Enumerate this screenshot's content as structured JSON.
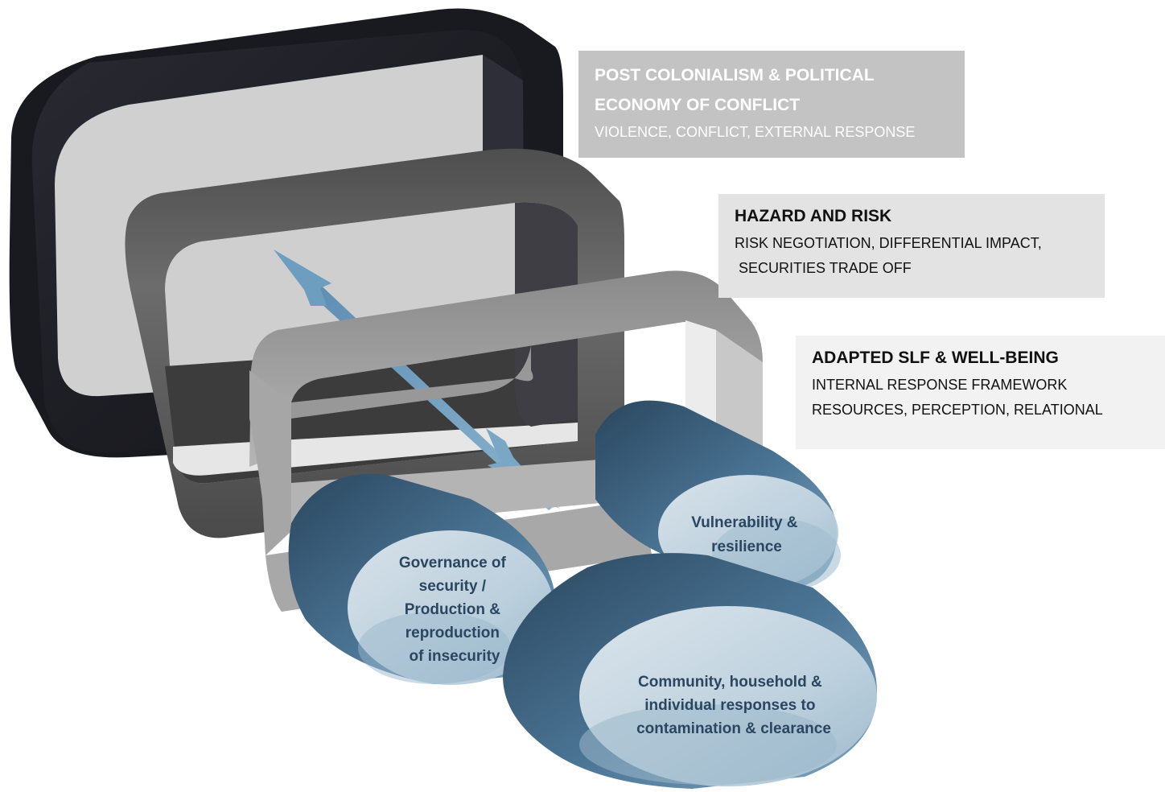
{
  "frames": {
    "post_colonialism": {
      "title_lines": [
        "POST COLONIALISM & POLITICAL",
        "ECONOMY OF CONFLICT"
      ],
      "detail_lines": [
        "VIOLENCE, CONFLICT, EXTERNAL RESPONSE"
      ]
    },
    "hazard_risk": {
      "title_lines": [
        "HAZARD AND RISK"
      ],
      "detail_lines": [
        "RISK NEGOTIATION, DIFFERENTIAL IMPACT,",
        " SECURITIES TRADE OFF"
      ]
    },
    "adapted_slf": {
      "title_lines": [
        "ADAPTED SLF & WELL-BEING"
      ],
      "detail_lines": [
        "INTERNAL RESPONSE FRAMEWORK",
        "RESOURCES, PERCEPTION, RELATIONAL"
      ]
    }
  },
  "cylinders": {
    "governance": [
      "Governance of",
      "security /",
      "Production &",
      "reproduction",
      "of insecurity"
    ],
    "vulnerability": [
      "Vulnerability &",
      "resilience"
    ],
    "community": [
      "Community, household &",
      "individual responses to",
      "contamination & clearance"
    ]
  },
  "colors": {
    "outer_frame": "#1f1f26",
    "middle_frame": "#5a5a5a",
    "inner_frame": "#a8a8a8",
    "arrow": "#6f9ec0",
    "cylinder_dark": "#2c4a63",
    "cylinder_light": "#c9dbe6",
    "cylinder_text": "#2b4660"
  }
}
